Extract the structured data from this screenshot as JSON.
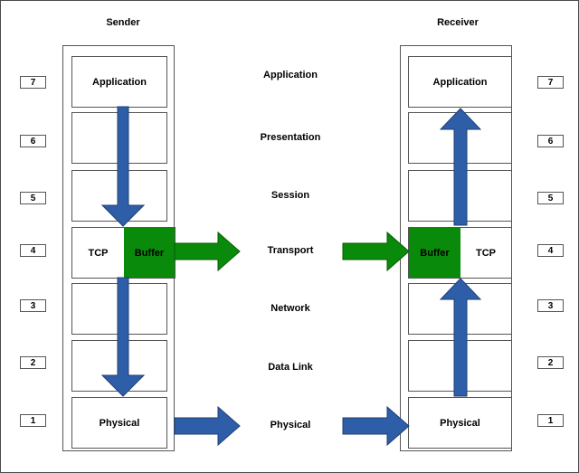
{
  "sender": {
    "title": "Sender",
    "layers": {
      "application": "Application",
      "tcp": "TCP",
      "buffer": "Buffer",
      "physical": "Physical"
    }
  },
  "receiver": {
    "title": "Receiver",
    "layers": {
      "application": "Application",
      "buffer": "Buffer",
      "tcp": "TCP",
      "physical": "Physical"
    }
  },
  "layer_names": [
    "Application",
    "Presentation",
    "Session",
    "Transport",
    "Network",
    "Data Link",
    "Physical"
  ],
  "layer_numbers": [
    "7",
    "6",
    "5",
    "4",
    "3",
    "2",
    "1"
  ],
  "colors": {
    "data_flow": "#2e5ea8",
    "buffer_flow": "#0a8a0a"
  }
}
